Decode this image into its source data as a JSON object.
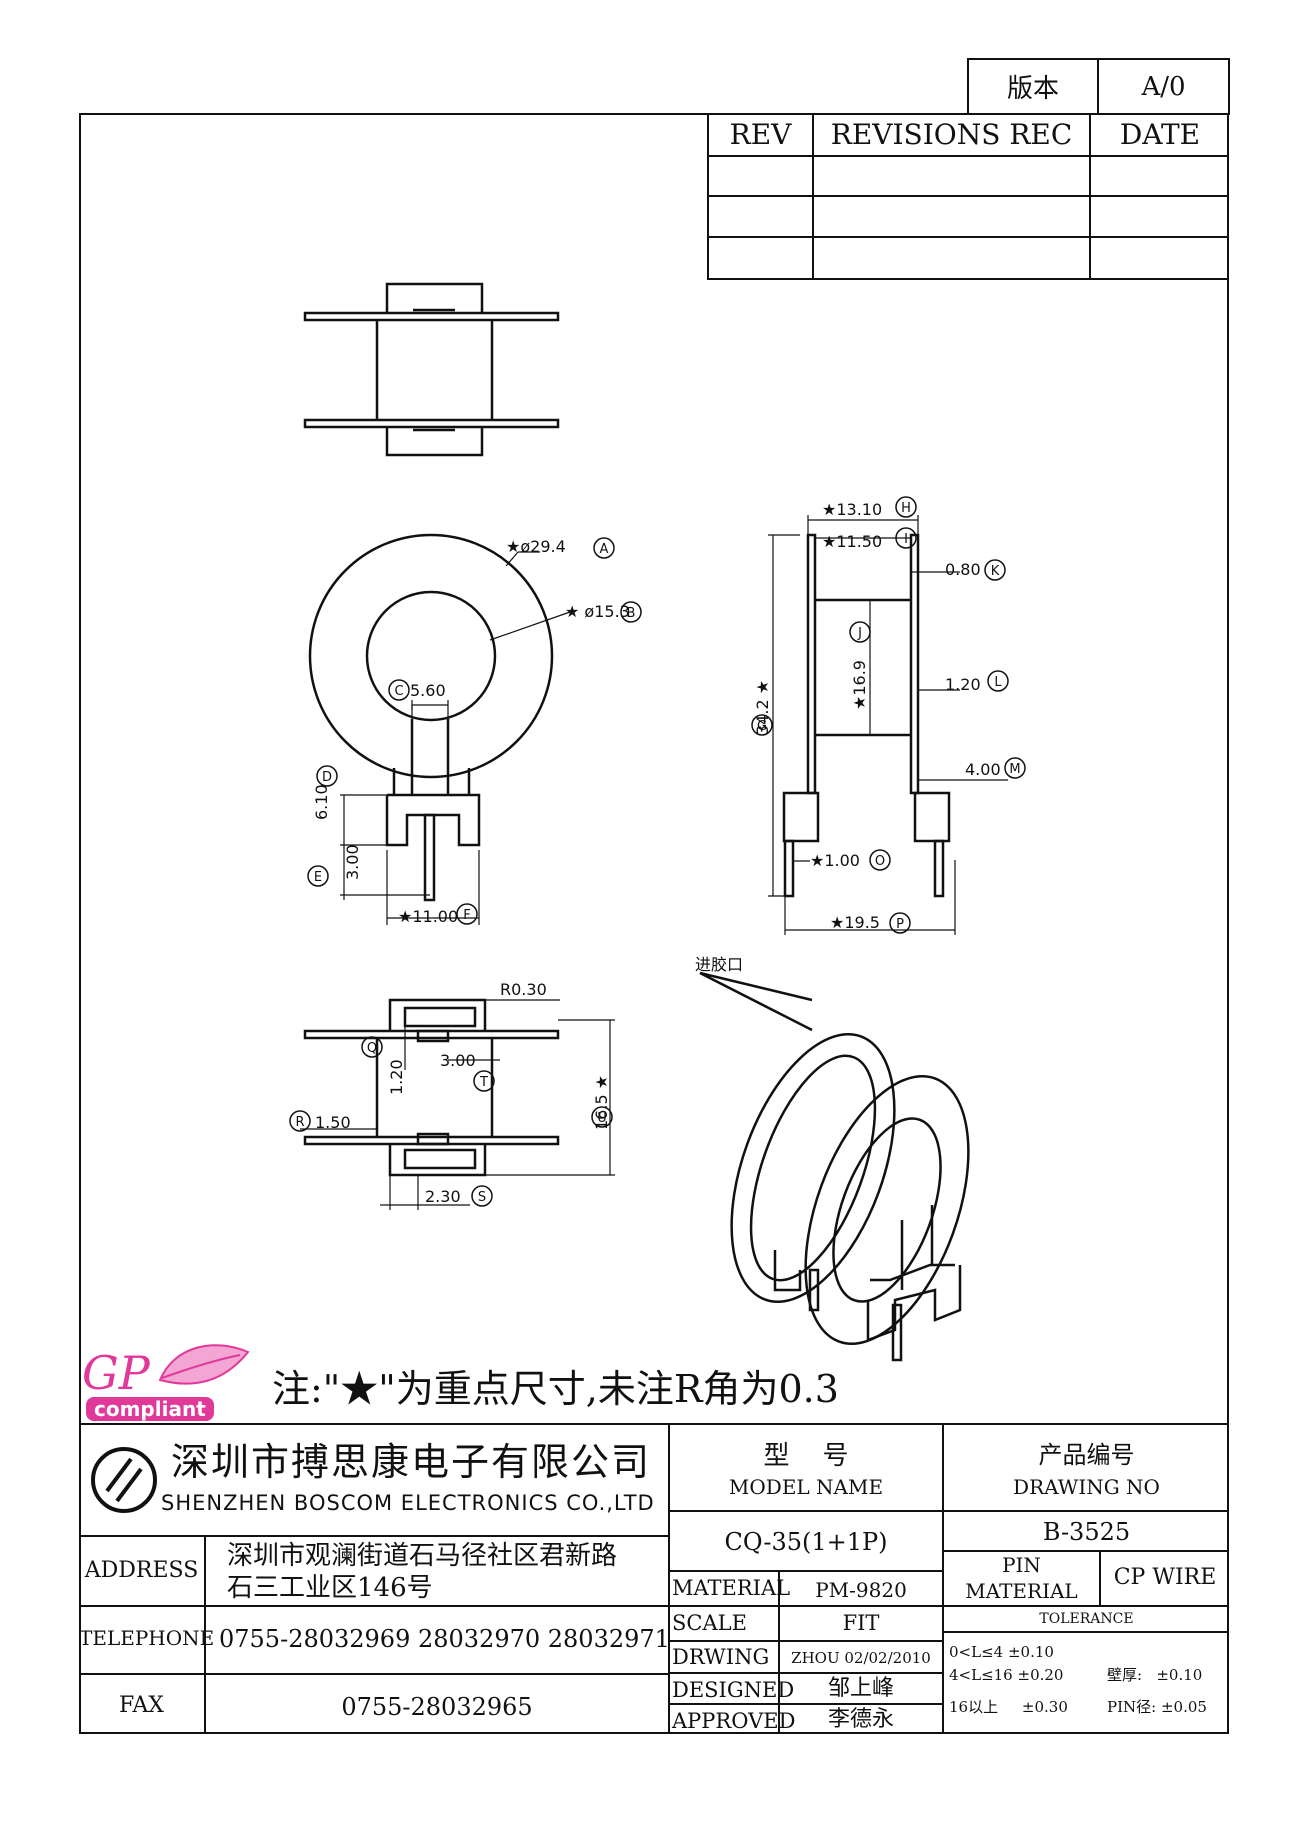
{
  "version_box": {
    "label": "版本",
    "value": "A/0"
  },
  "revisions": {
    "headers": [
      "REV",
      "REVISIONS REC",
      "DATE"
    ],
    "rows": [
      [
        "",
        "",
        ""
      ],
      [
        "",
        "",
        ""
      ],
      [
        "",
        "",
        ""
      ]
    ]
  },
  "dimensions": {
    "A": "★ø29.4",
    "A_mark": "A",
    "B": "★ ø15.3",
    "B_mark": "B",
    "C": "5.60",
    "C_mark": "C",
    "D": "6.10",
    "D_mark": "D",
    "E": "3.00",
    "E_mark": "E",
    "F": "★11.00",
    "F_mark": "F",
    "H": "★13.10",
    "H_mark": "H",
    "I": "★11.50",
    "I_mark": "I",
    "K": "0.80",
    "K_mark": "K",
    "J": "★16.9",
    "J_mark": "J",
    "G": "34.2 ★",
    "G_mark": "G",
    "L": "1.20",
    "L_mark": "L",
    "M": "4.00",
    "M_mark": "M",
    "O": "★1.00",
    "O_mark": "O",
    "P": "★19.5",
    "P_mark": "P",
    "R030": "R0.30",
    "Q": "1.20",
    "Q_mark": "Q",
    "T": "3.00",
    "T_mark": "T",
    "R": "1.50",
    "R_mark": "R",
    "U": "16.5 ★",
    "U_mark": "U",
    "S": "2.30",
    "S_mark": "S",
    "gate": "进胶口"
  },
  "logo": {
    "gp": "GP",
    "compliant": "compliant",
    "colors": {
      "pink": "#e0399a",
      "light_pink": "#f3a5d3"
    }
  },
  "note": "注:\"★\"为重点尺寸,未注R角为0.3",
  "company": {
    "name_cn": "深圳市搏思康电子有限公司",
    "name_en": "SHENZHEN BOSCOM ELECTRONICS CO.,LTD"
  },
  "info": {
    "address_label": "ADDRESS",
    "address_line1": "深圳市观澜街道石马径社区君新路",
    "address_line2": "石三工业区146号",
    "telephone_label": "TELEPHONE",
    "telephone": "0755-28032969 28032970 28032971",
    "fax_label": "FAX",
    "fax": "0755-28032965"
  },
  "title_block": {
    "model_cn": "型    号",
    "model_en": "MODEL NAME",
    "model_value": "CQ-35(1+1P)",
    "drawing_cn": "产品编号",
    "drawing_en": "DRAWING NO",
    "drawing_value": "B-3525",
    "material_label": "MATERIAL",
    "material_value": "PM-9820",
    "scale_label": "SCALE",
    "scale_value": "FIT",
    "drawing_label": "DRWING",
    "drawing_date": "ZHOU 02/02/2010",
    "designed_label": "DESIGNED",
    "designed_value": "邹上峰",
    "approved_label": "APPROVED",
    "approved_value": "李德永",
    "pin_material_line1": "PIN",
    "pin_material_line2": "MATERIAL",
    "pin_material_value": "CP WIRE",
    "tolerance_label": "TOLERANCE",
    "tol1": "0<L≤4  ±0.10",
    "tol2": "4<L≤16  ±0.20",
    "tol3": "16以上     ±0.30",
    "wall": "壁厚:   ±0.10",
    "pin_dia": "PIN径: ±0.05"
  }
}
